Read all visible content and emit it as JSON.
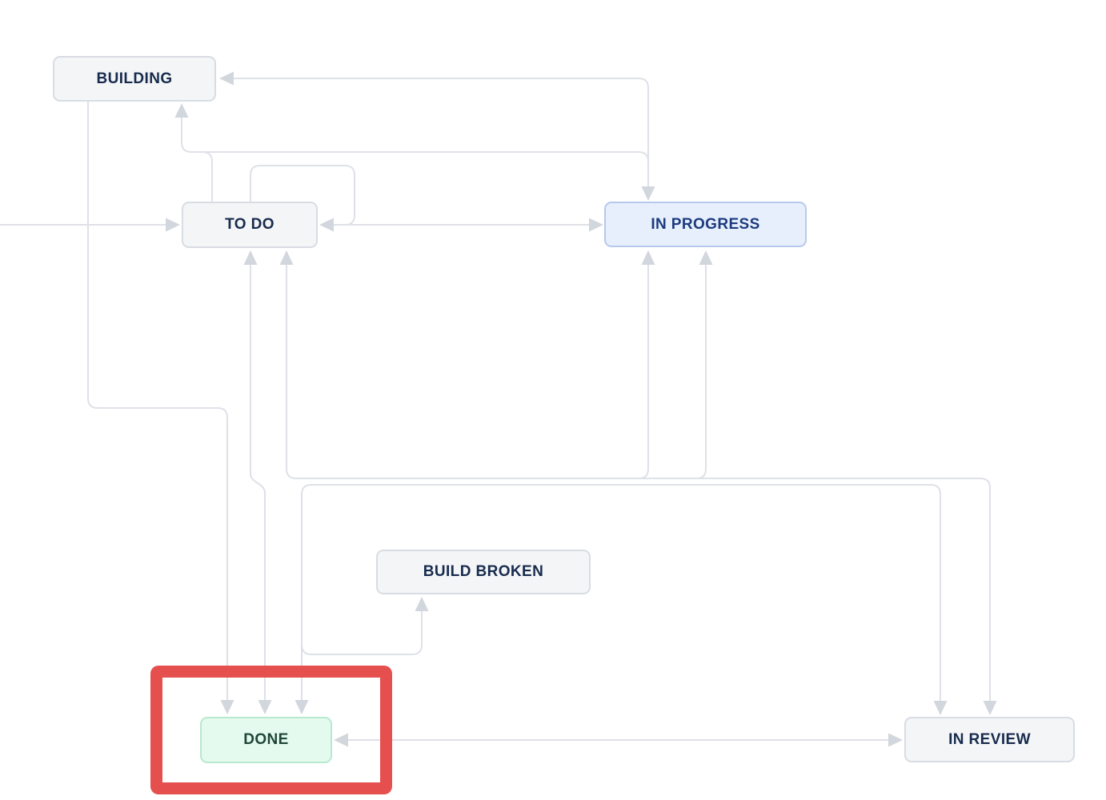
{
  "diagram": {
    "nodes": {
      "building": {
        "label": "BUILDING",
        "category": "default"
      },
      "todo": {
        "label": "TO DO",
        "category": "default"
      },
      "in_progress": {
        "label": "IN PROGRESS",
        "category": "in-progress"
      },
      "build_broken": {
        "label": "BUILD BROKEN",
        "category": "default"
      },
      "done": {
        "label": "DONE",
        "category": "done"
      },
      "in_review": {
        "label": "IN REVIEW",
        "category": "default"
      }
    },
    "arrows_into": {
      "building": [
        "right-side",
        "bottom"
      ],
      "todo": [
        "left-side-from-offscreen",
        "right-side-from-loop-and-in-progress",
        "bottom-left",
        "bottom-right"
      ],
      "in_progress": [
        "left-side-from-todo",
        "top",
        "bottom-left",
        "bottom-right"
      ],
      "build_broken": [
        "bottom"
      ],
      "done": [
        "top-1",
        "top-2",
        "top-3",
        "right-side-from-in-review-line"
      ],
      "in_review": [
        "left-side-from-done-line",
        "top-1",
        "top-2"
      ]
    },
    "highlight": {
      "target": "done",
      "shape": "rectangle"
    },
    "colors": {
      "background": "#ffffff",
      "default_fill": "#f4f5f7",
      "default_border": "#d8dce3",
      "default_text": "#172b4d",
      "in_progress_fill": "#e7effc",
      "in_progress_border": "#b6c9ec",
      "in_progress_text": "#1c3a7e",
      "done_fill": "#e4faee",
      "done_border": "#b9e8d0",
      "done_text": "#20463a",
      "line": "#dee1e7",
      "arrowhead": "#d2d6dd",
      "highlight": "#e5504e"
    }
  }
}
